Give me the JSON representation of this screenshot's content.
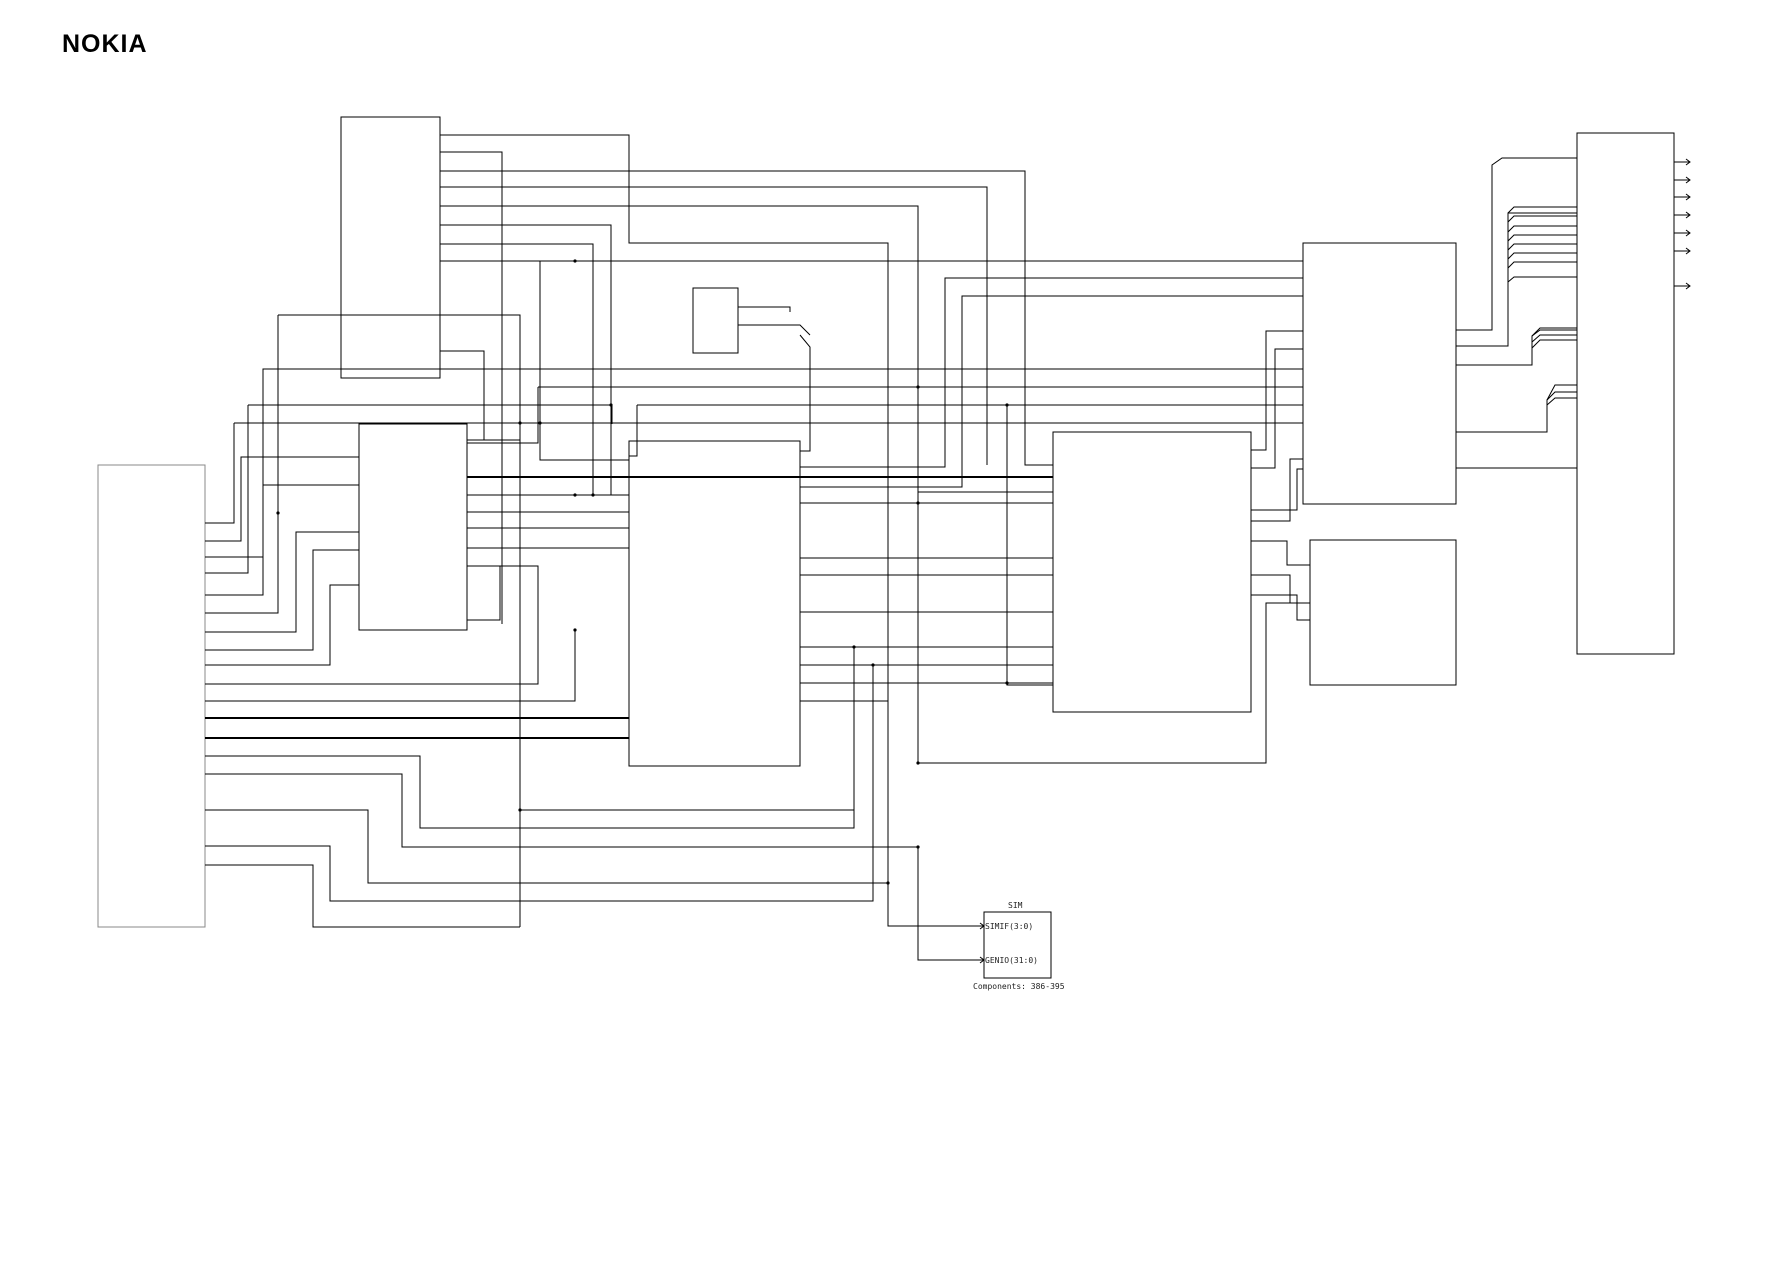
{
  "brand": {
    "logo_text": "NOKIA"
  },
  "sim_block": {
    "title": "SIM",
    "port_simif": "SIMIF(3:0)",
    "port_genio": "GENIO(31:0)",
    "caption": "Components: 386-395"
  }
}
